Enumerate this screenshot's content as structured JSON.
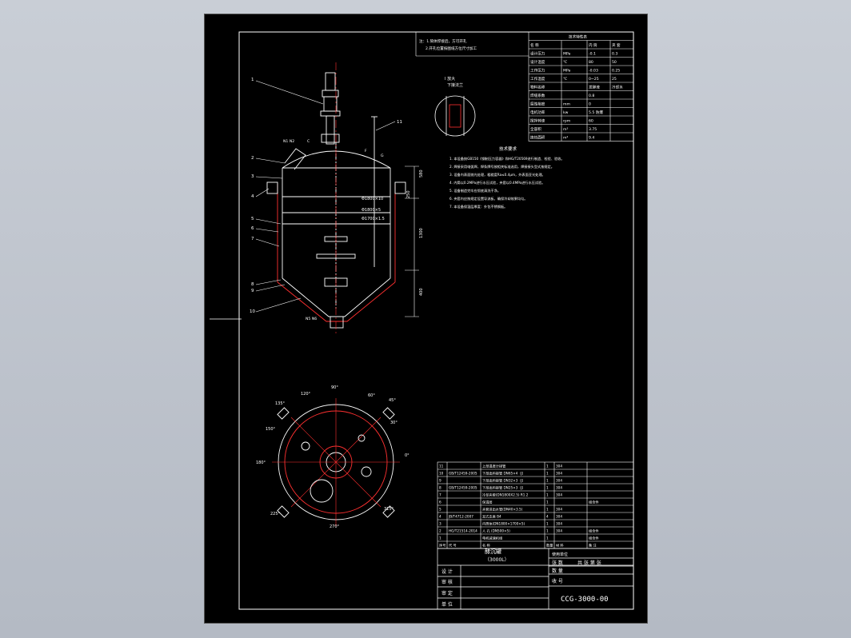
{
  "drawing_title": "酵沉罐",
  "capacity": "（3000L）",
  "drawing_number": "CCG-3000-00",
  "notes_top": [
    "注：1.筒体焊接后，方可开孔",
    "2.开孔位置按图纸方位尺寸加工"
  ],
  "detail_label": "I 放大",
  "detail_sub": "下接法兰",
  "tech_table": {
    "title": "技术特性表",
    "header": [
      "名 称",
      "",
      "内 筒",
      "夹 套"
    ],
    "rows": [
      [
        "设计压力",
        "MPa",
        "-0.1",
        "0.3"
      ],
      [
        "设计温度",
        "℃",
        "80",
        "50"
      ],
      [
        "工作压力",
        "MPa",
        "-0.03",
        "0.25"
      ],
      [
        "工作温度",
        "℃",
        "0~25",
        "25"
      ],
      [
        "物料名称",
        "",
        "发酵液",
        "冷却水"
      ],
      [
        "焊缝系数",
        "",
        "0.8",
        ""
      ],
      [
        "腐蚀裕度",
        "mm",
        "0",
        ""
      ],
      [
        "电机功率",
        "kw",
        "5.5 防爆",
        ""
      ],
      [
        "搅拌转速",
        "rpm",
        "60",
        ""
      ],
      [
        "全容积",
        "m³",
        "3.75",
        ""
      ],
      [
        "换热面积",
        "m²",
        "9.4",
        ""
      ]
    ]
  },
  "tech_req_title": "技术要求",
  "tech_requirements": [
    "1. 本设备按GB150《钢制压力容器》和HG/T20569进行制造、检验、验收。",
    "2. 焊接采用电弧焊，焊条牌号按相关标准选用，焊接接头型式按规定。",
    "3. 设备内表面抛光处理，粗糙度Ra≤0.4μm，外表面亚光处理。",
    "4. 内筒以0.2MPa进行水压试验，夹套以0.4MPa进行水压试验。",
    "5. 设备制造完毕应彻底清洗干净。",
    "6. 夹套内应按规定设置导流板，确保冷却效果均匀。",
    "7. 本设备保温层厚度：外包不锈钢板。"
  ],
  "dims_body": [
    "Φ1800×10",
    "Φ1800×5",
    "Φ1700×1.5"
  ],
  "dim_vertical": [
    "580",
    "1300",
    "400",
    "250"
  ],
  "part_callouts": [
    "1",
    "2",
    "3",
    "4",
    "5",
    "6",
    "7",
    "8",
    "9",
    "10",
    "11"
  ],
  "nozzle_labels": [
    "N1 N2",
    "C",
    "F",
    "G",
    "N5 N6"
  ],
  "angles": [
    "90°",
    "60°",
    "45°",
    "30°",
    "0°",
    "315°",
    "270°",
    "225°",
    "180°",
    "150°",
    "135°",
    "120°"
  ],
  "bom_rows": [
    [
      "11",
      "",
      "上部温度计接管",
      "1",
      "304",
      ""
    ],
    [
      "10",
      "GB/T12459-2005",
      "下部出料接管 DN65×4（J）",
      "1",
      "304",
      ""
    ],
    [
      "9",
      "",
      "下部出料接管 DN32×3（J）",
      "1",
      "304",
      ""
    ],
    [
      "8",
      "GB/T12459-2005",
      "下部出料接管 DN25×3（J）",
      "1",
      "304",
      ""
    ],
    [
      "7",
      "",
      "冷却夹套(DN1800X2.5) R1.2",
      "1",
      "304",
      ""
    ],
    [
      "6",
      "",
      "保温层",
      "1",
      "",
      "组合件"
    ],
    [
      "5",
      "",
      "夹套进出水管(DN40×3.5)",
      "1",
      "304",
      ""
    ],
    [
      "4",
      "JB/T4712-2007",
      "耳式支座 B4",
      "4",
      "304",
      ""
    ],
    [
      "3",
      "",
      "内筒体(DN1800×1700×5)",
      "1",
      "304",
      ""
    ],
    [
      "2",
      "HG/T21514-2014",
      "人 孔 (DN500×5)",
      "1",
      "304",
      "组合件"
    ],
    [
      "1",
      "",
      "电机减速机组",
      "1",
      "",
      "组合件"
    ]
  ],
  "bom_header": [
    "序号",
    "代 号",
    "名 称",
    "数量",
    "材 料",
    "备 注"
  ],
  "title_block": {
    "design": "设 计",
    "check": "审 核",
    "review": "审 定",
    "approve": "单 位",
    "scale_label": "张 数",
    "sheet_label": "共 张 第 张",
    "weight_label": "数 量",
    "unit_label": "收 号",
    "used_label": "使用单位"
  },
  "colors": {
    "line": "#ffffff",
    "accent": "#ff2b2b",
    "dim": "#ff4a4a",
    "bg": "#000000",
    "page": "#c4c9d1"
  }
}
